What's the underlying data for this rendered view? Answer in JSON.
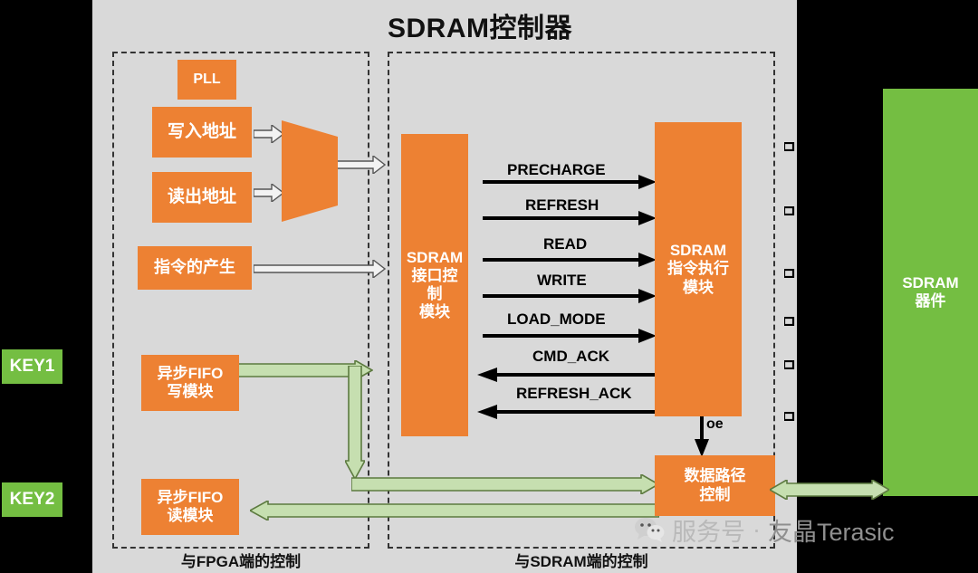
{
  "title": "SDRAM控制器",
  "groups": [
    {
      "id": "fpga",
      "label": "与FPGA端的控制"
    },
    {
      "id": "sdram",
      "label": "与SDRAM端的控制"
    }
  ],
  "blocks": {
    "pll": "PLL",
    "write_address": "写入地址",
    "read_address": "读出地址",
    "command_generation": "指令的产生",
    "async_fifo_write": "异步FIFO\n写模块",
    "async_fifo_read": "异步FIFO\n读模块",
    "sdram_interface_control": "SDRAM\n接口控\n制\n模块",
    "sdram_command_execute": "SDRAM\n指令执行\n模块",
    "data_path_control": "数据路径\n控制",
    "sdram_device": "SDRAM\n器件",
    "mux": ""
  },
  "signals": [
    {
      "name": "PRECHARGE",
      "label": "PRECHARGE",
      "direction": "right"
    },
    {
      "name": "REFRESH",
      "label": "REFRESH",
      "direction": "right"
    },
    {
      "name": "READ",
      "label": "READ",
      "direction": "right"
    },
    {
      "name": "WRITE",
      "label": "WRITE",
      "direction": "right"
    },
    {
      "name": "LOAD_MODE",
      "label": "LOAD_MODE",
      "direction": "right"
    },
    {
      "name": "CMD_ACK",
      "label": "CMD_ACK",
      "direction": "left"
    },
    {
      "name": "REFRESH_ACK",
      "label": "REFRESH_ACK",
      "direction": "left"
    }
  ],
  "oe_label": "oe",
  "keys": [
    {
      "id": "key1",
      "label": "KEY1"
    },
    {
      "id": "key2",
      "label": "KEY2"
    }
  ],
  "watermark": {
    "left": "服务号",
    "separator": "·",
    "right": "友晶Terasic"
  },
  "colors": {
    "orange": "#ed8133",
    "green": "#74be42",
    "background": "#d9d9d9",
    "green_arrow_fill": "#c6dfb0",
    "green_arrow_stroke": "#5c7a3f",
    "letterbox": "#000000"
  }
}
